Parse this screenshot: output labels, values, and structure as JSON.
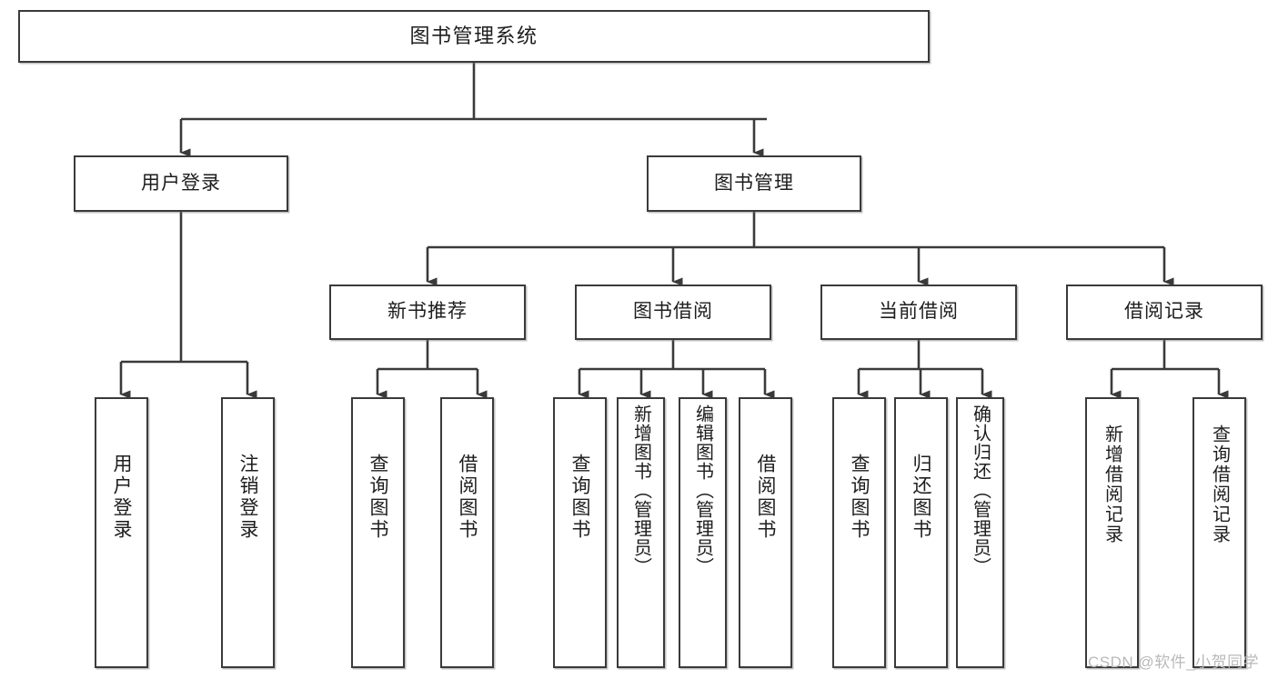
{
  "diagram": {
    "type": "tree",
    "title": "图书管理系统",
    "root": {
      "id": "root",
      "label": "图书管理系统"
    },
    "level1": [
      {
        "id": "user-login",
        "label": "用户登录"
      },
      {
        "id": "book-manage",
        "label": "图书管理"
      }
    ],
    "level2": [
      {
        "id": "new-book-rec",
        "label": "新书推荐",
        "parent": "book-manage"
      },
      {
        "id": "book-borrow",
        "label": "图书借阅",
        "parent": "book-manage"
      },
      {
        "id": "current-borrow",
        "label": "当前借阅",
        "parent": "book-manage"
      },
      {
        "id": "borrow-record",
        "label": "借阅记录",
        "parent": "book-manage"
      }
    ],
    "leaves": [
      {
        "id": "leaf-user-login",
        "label": "用户登录",
        "parent": "user-login"
      },
      {
        "id": "leaf-user-logout",
        "label": "注销登录",
        "parent": "user-login"
      },
      {
        "id": "leaf-rec-query",
        "label": "查询图书",
        "parent": "new-book-rec"
      },
      {
        "id": "leaf-rec-borrow",
        "label": "借阅图书",
        "parent": "new-book-rec"
      },
      {
        "id": "leaf-borrow-query",
        "label": "查询图书",
        "parent": "book-borrow"
      },
      {
        "id": "leaf-borrow-add",
        "label": "新增图书（管理员）",
        "parent": "book-borrow"
      },
      {
        "id": "leaf-borrow-edit",
        "label": "编辑图书（管理员）",
        "parent": "book-borrow"
      },
      {
        "id": "leaf-borrow-lend",
        "label": "借阅图书",
        "parent": "book-borrow"
      },
      {
        "id": "leaf-cur-query",
        "label": "查询图书",
        "parent": "current-borrow"
      },
      {
        "id": "leaf-cur-return",
        "label": "归还图书",
        "parent": "current-borrow"
      },
      {
        "id": "leaf-cur-confirm",
        "label": "确认归还（管理员）",
        "parent": "current-borrow"
      },
      {
        "id": "leaf-rec-add",
        "label": "新增借阅记录",
        "parent": "borrow-record"
      },
      {
        "id": "leaf-rec-query2",
        "label": "查询借阅记录",
        "parent": "borrow-record"
      }
    ],
    "watermark": "CSDN @软件_小贺同学",
    "colors": {
      "border": "#3a3a3a",
      "text": "#1d1d1d",
      "background": "#ffffff",
      "watermark": "#b9b9b9"
    }
  }
}
